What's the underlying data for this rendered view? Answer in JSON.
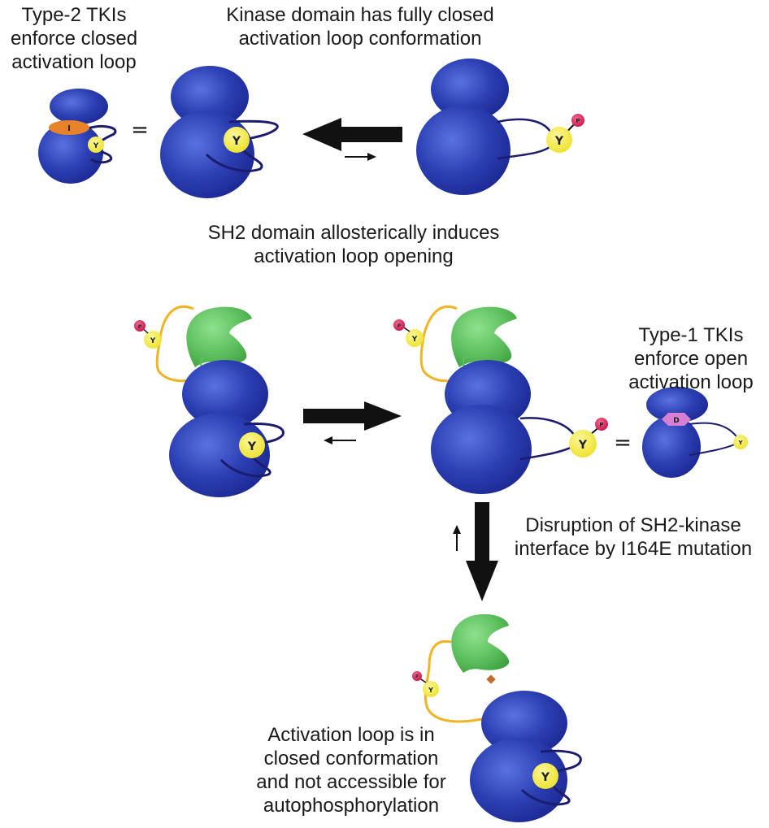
{
  "labels": {
    "type2": "Type-2 TKIs\nenforce closed\nactivation loop",
    "kinase_closed": "Kinase domain has fully closed\nactivation loop conformation",
    "sh2_induces": "SH2 domain allosterically induces\nactivation loop opening",
    "type1": "Type-1 TKIs\nenforce open\nactivation loop",
    "disruption": "Disruption of SH2-kinase\ninterface by I164E mutation",
    "closed_final": "Activation loop is in\nclosed conformation\nand not accessible for\nautophosphorylation"
  },
  "symbols": {
    "equals": "=",
    "tyrosine": "Y",
    "phosphate": "P",
    "type2_inhibitor": "I",
    "type1_inhibitor": "D"
  },
  "colors": {
    "kinase": "#2a3fb0",
    "kinase_light": "#4a63d8",
    "kinase_dark": "#1a2580",
    "sh2": "#5cc05c",
    "tyrosine": "#f2ec3a",
    "phosphate": "#d8205a",
    "linker": "#f2b423",
    "loop": "#1c1c6e",
    "type2_inhibitor": "#e8822a",
    "type1_inhibitor": "#d77fd2",
    "arrow": "#111111"
  }
}
